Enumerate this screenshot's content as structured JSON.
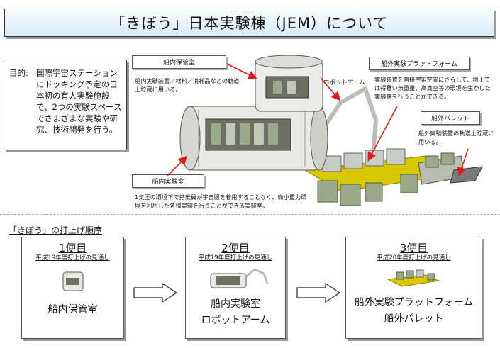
{
  "title": "「きぼう」日本実験棟（JEM）について",
  "purpose": {
    "label": "目的:",
    "text": "国際宇宙ステーションにドッキング予定の日本初の有人実験施設で、2つの実験スペースでさまざまな実験や研究、技術開発を行う。"
  },
  "callouts": {
    "storage": {
      "title": "船内保管室",
      "desc": "船内実験装置／材料／消耗品などの軌道上貯蔵に用いる。"
    },
    "robot_arm": {
      "title": "ロボットアーム"
    },
    "exposed_facility": {
      "title": "船外実験プラットフォーム",
      "desc": "実験装置を直接宇宙空間にさらして、地上では得難い無重量、高真空等の環境を生かした実験等を行うことができる。"
    },
    "pallet": {
      "title": "船外パレット",
      "desc": "船外実験装置の軌道上貯蔵に用いる。"
    },
    "lab": {
      "title": "船内実験室",
      "desc": "1気圧の環境下で搭乗員が宇宙服を着用することなく、微小重力環境を利用した各種実験を行うことができる実験室。"
    }
  },
  "sequence": {
    "title": "「きぼう」の打上げ順序",
    "stages": [
      {
        "flight": "1便目",
        "schedule": "平成19年度打上げの見通し",
        "names": [
          "船内保管室"
        ]
      },
      {
        "flight": "2便目",
        "schedule": "平成19年度打上げの見通し",
        "names": [
          "船内実験室",
          "ロボットアーム"
        ]
      },
      {
        "flight": "3便目",
        "schedule": "平成20年度打上げの見通し",
        "names": [
          "船外実験プラットフォーム",
          "船外パレット"
        ]
      }
    ]
  },
  "colors": {
    "title_gradient_top": "#f8fcff",
    "title_gradient_bottom": "#d8ecf7",
    "arrow_red": "#e21a1a",
    "module_white": "#e9e9e6",
    "platform_yellow": "#d8c800",
    "equipment_green": "#9aa98a"
  },
  "icons": [
    "jem-illustration",
    "right-arrow-icon"
  ]
}
